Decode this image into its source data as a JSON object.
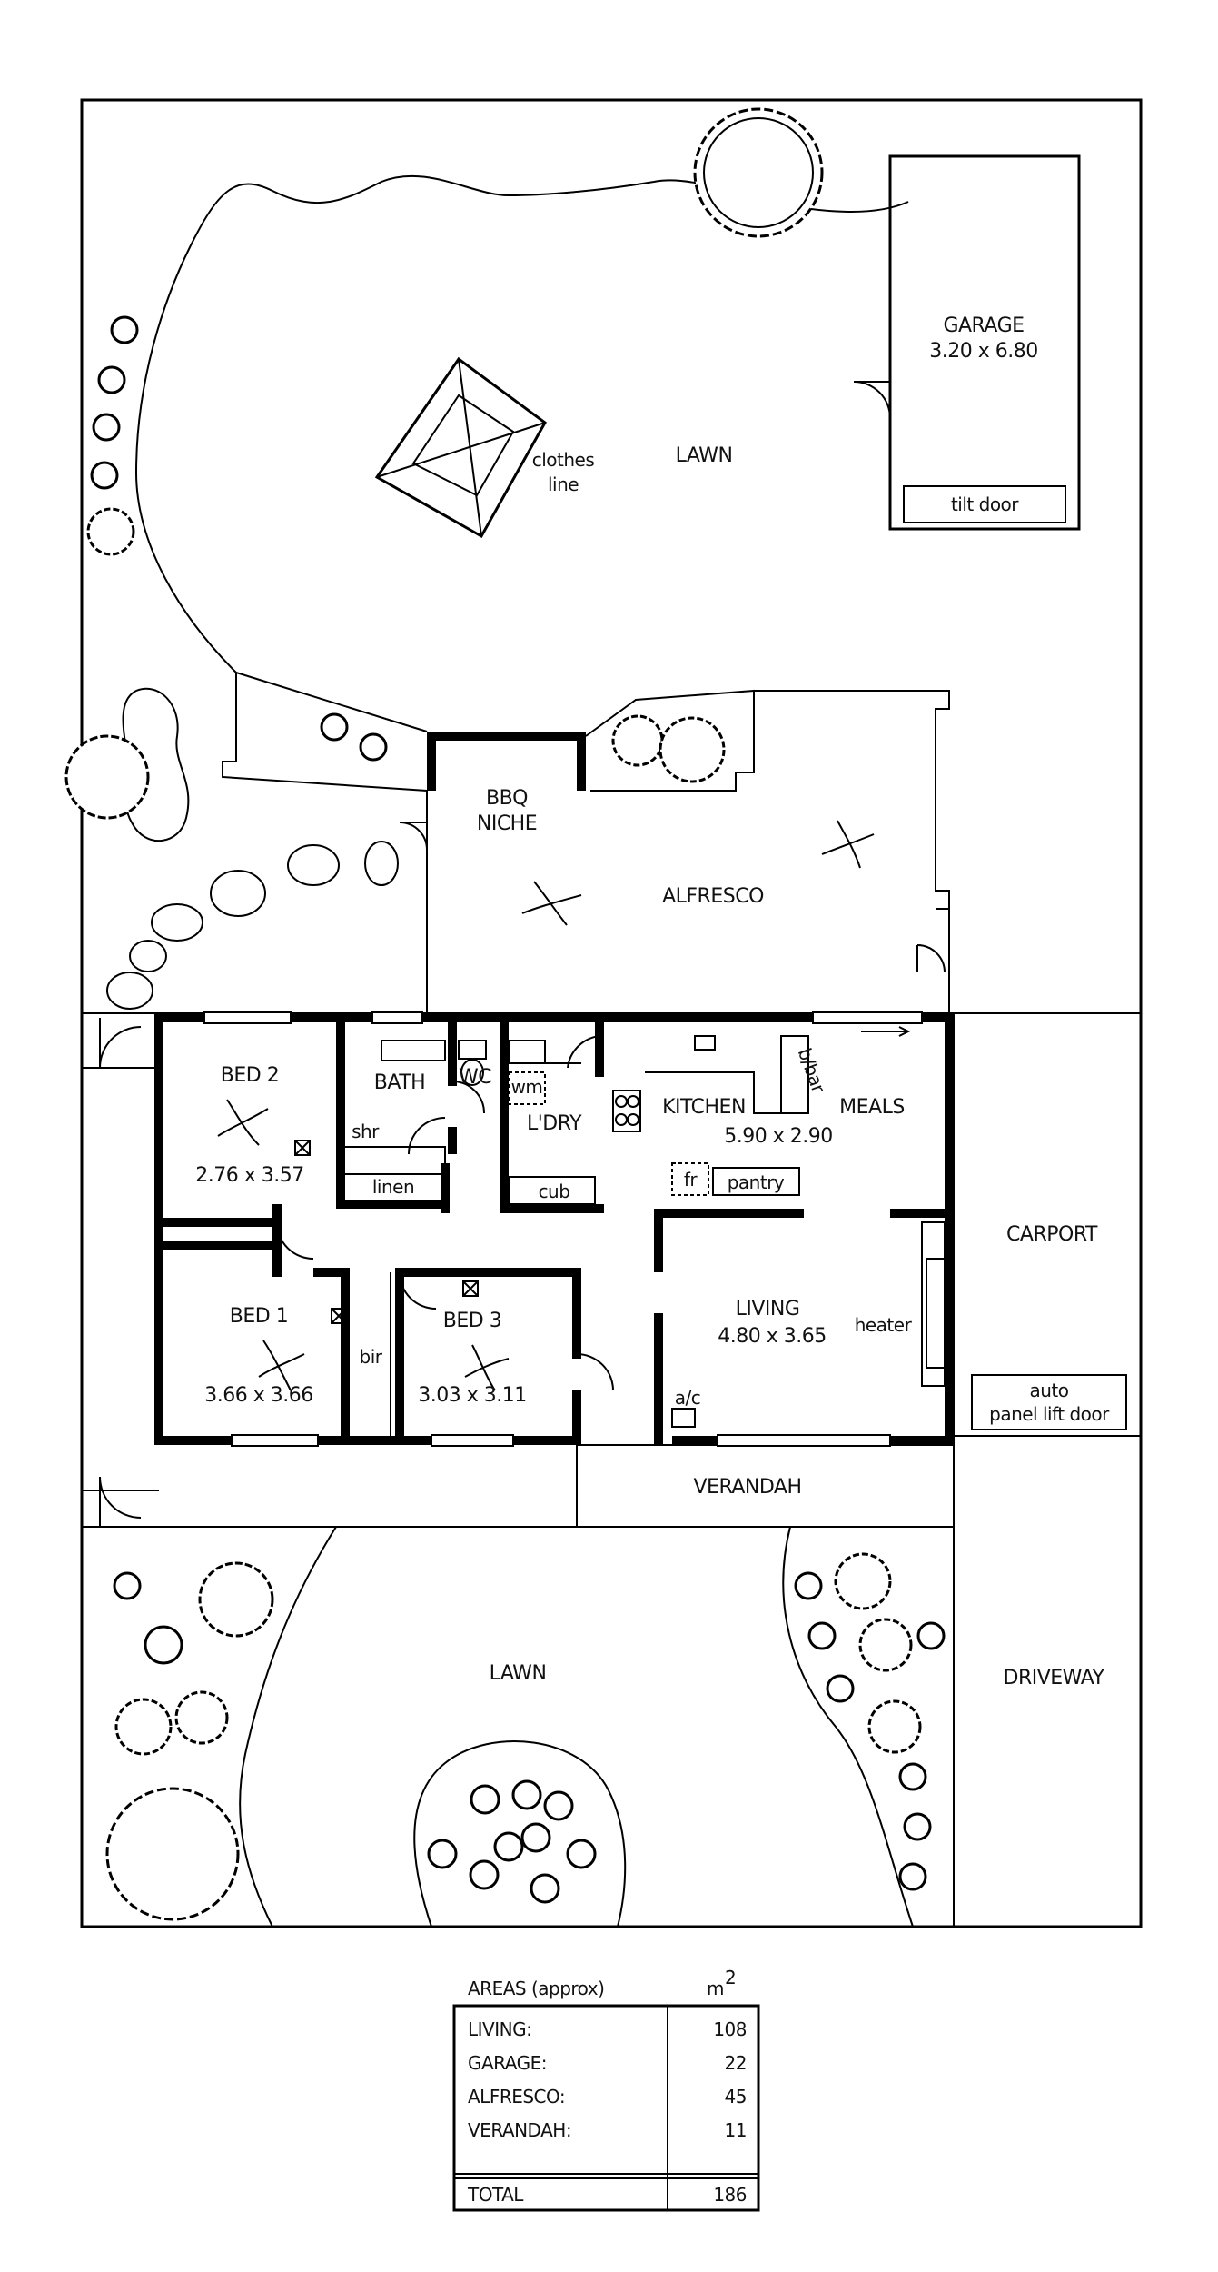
{
  "site": {
    "garage": {
      "name": "GARAGE",
      "size": "3.20 x 6.80",
      "door": "tilt door"
    },
    "rear_lawn": "LAWN",
    "clothes_line": [
      "clothes",
      "line"
    ],
    "bbq": [
      "BBQ",
      "NICHE"
    ],
    "alfresco": "ALFRESCO",
    "carport": "CARPORT",
    "carport_door": [
      "auto",
      "panel lift door"
    ],
    "verandah": "VERANDAH",
    "front_lawn": "LAWN",
    "driveway": "DRIVEWAY"
  },
  "rooms": {
    "bed2": {
      "name": "BED 2",
      "size": "2.76 x 3.57"
    },
    "bath": "BATH",
    "shr": "shr",
    "linen": "linen",
    "wc": "WC",
    "wm": "wm",
    "ldry": "L'DRY",
    "cub": "cub",
    "kitchen": "KITCHEN",
    "bbar": "b/bar",
    "meals": "MEALS",
    "kitchen_meals_size": "5.90 x 2.90",
    "fr": "fr",
    "pantry": "pantry",
    "bed1": {
      "name": "BED 1",
      "size": "3.66 x 3.66"
    },
    "bir": "bir",
    "bed3": {
      "name": "BED 3",
      "size": "3.03 x 3.11"
    },
    "living": {
      "name": "LIVING",
      "size": "4.80 x 3.65"
    },
    "heater": "heater",
    "ac": "a/c"
  },
  "areas": {
    "heading": "AREAS (approx)",
    "unit": "m",
    "unit_sup": "2",
    "rows": [
      {
        "label": "LIVING:",
        "value": "108"
      },
      {
        "label": "GARAGE:",
        "value": "22"
      },
      {
        "label": "ALFRESCO:",
        "value": "45"
      },
      {
        "label": "VERANDAH:",
        "value": "11"
      }
    ],
    "total": {
      "label": "TOTAL",
      "value": "186"
    }
  }
}
